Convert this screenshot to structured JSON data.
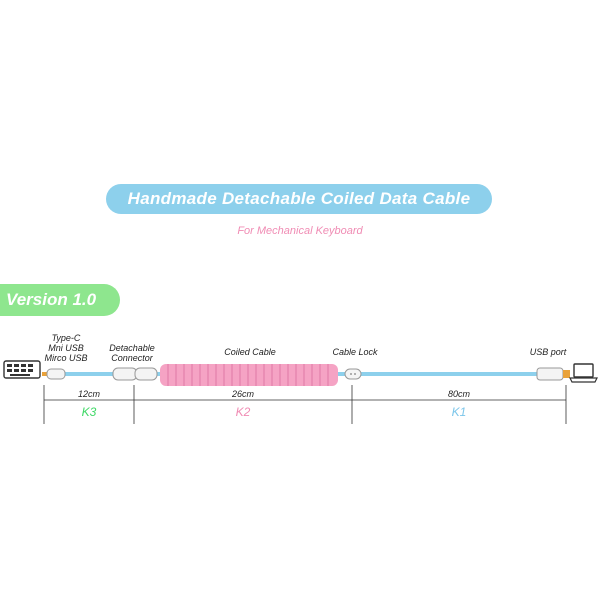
{
  "title": "Handmade Detachable Coiled Data Cable",
  "subtitle": "For Mechanical Keyboard",
  "version": "Version 1.0",
  "labels": {
    "connector_types": [
      "Type-C",
      "Mni USB",
      "Mirco USB"
    ],
    "detachable": [
      "Detachable",
      "Connector"
    ],
    "coiled": "Coiled Cable",
    "lock": "Cable Lock",
    "usb": "USB port"
  },
  "segments": [
    {
      "length": "12cm",
      "name": "K3",
      "color": "#3fd866"
    },
    {
      "length": "26cm",
      "name": "K2",
      "color": "#f08cb4"
    },
    {
      "length": "80cm",
      "name": "K1",
      "color": "#7cc6ea"
    }
  ],
  "colors": {
    "cable": "#8dd0ec",
    "coil": "#f5a3c4",
    "title_pill": "#8dd0ec",
    "version_pill": "#8ee68e"
  },
  "icons": [
    "keyboard-icon",
    "laptop-icon"
  ]
}
